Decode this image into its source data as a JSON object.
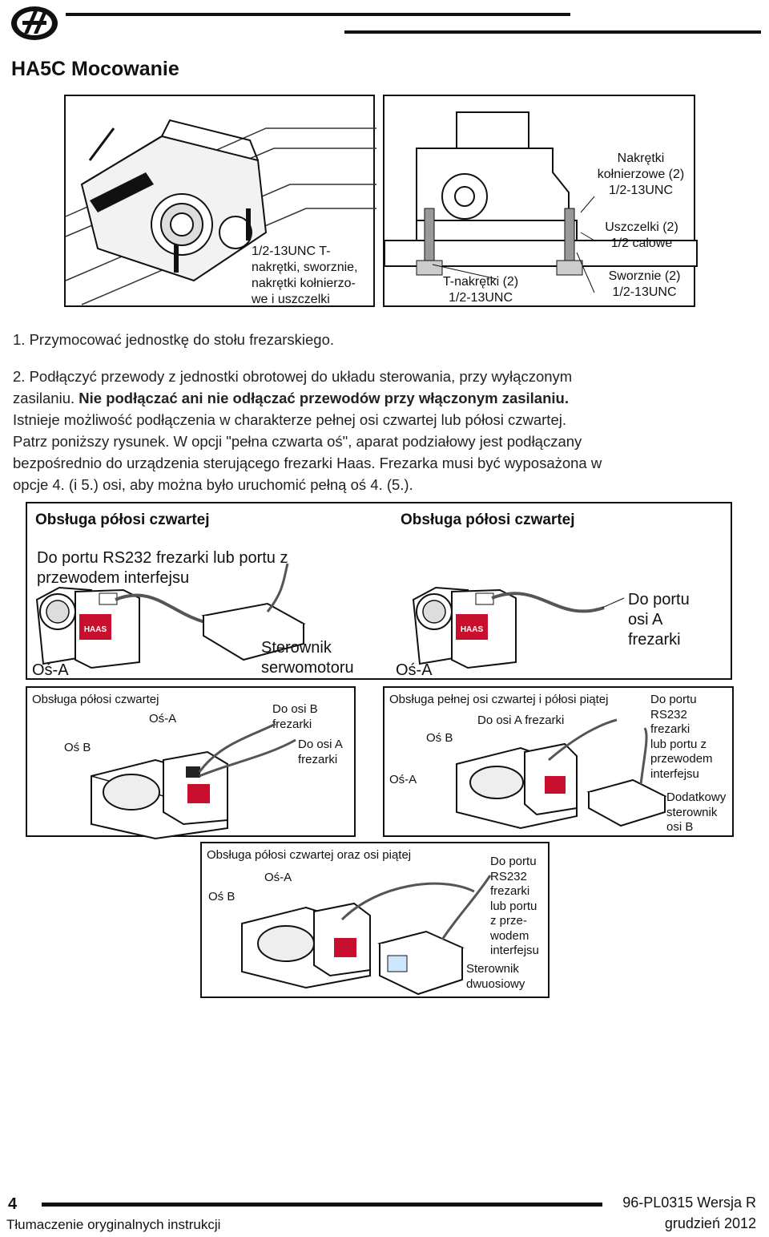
{
  "header": {
    "title": "HA5C Mocowanie"
  },
  "top_left_figure": {
    "label": "1/2-13UNC T-nakrętki, sworznie, nakrętki kołnierzo-we i uszczelki",
    "label_lines": [
      "1/2-13UNC T-",
      "nakrętki, sworznie,",
      "nakrętki kołnierzo-",
      "we i uszczelki"
    ]
  },
  "top_right_figure": {
    "flange_nuts": [
      "Nakrętki",
      "kołnierzowe (2)",
      "1/2-13UNC"
    ],
    "seals": [
      "Uszczelki (2)",
      "1/2 calowe"
    ],
    "bolts": [
      "Sworznie (2)",
      "1/2-13UNC"
    ],
    "tnuts": [
      "T-nakrętki (2)",
      "1/2-13UNC"
    ]
  },
  "steps": {
    "step1": "1. Przymocować jednostkę do stołu frezarskiego.",
    "step2_line1": "2. Podłączyć przewody z jednostki obrotowej do układu sterowania, przy wyłączonym",
    "step2_line2": "zasilaniu.",
    "step2_bold": "Nie podłączać ani nie odłączać przewodów przy włączonym zasilaniu.",
    "step2_line3": "Istnieje możliwość podłączenia w charakterze pełnej osi czwartej lub półosi czwartej.",
    "step2_line4": "Patrz poniższy rysunek. W opcji \"pełna czwarta oś\", aparat podziałowy jest podłączany",
    "step2_line5": "bezpośrednio do urządzenia sterującego frezarki Haas. Frezarka musi być wyposażona w",
    "step2_line6": "opcje 4. (i 5.) osi, aby można było uruchomić pełną oś 4. (5.)."
  },
  "diagrams": {
    "left_title": "Obsługa półosi czwartej",
    "right_title": "Obsługa półosi czwartej",
    "left_port": [
      "Do portu RS232 frezarki lub portu z",
      "przewodem interfejsu"
    ],
    "left_axis": "Oś-A",
    "left_controller": [
      "Sterownik",
      "serwomotoru"
    ],
    "right_axis": "Oś-A",
    "right_port": [
      "Do portu",
      "osi A",
      "frezarki"
    ],
    "mid_left_title": "Obsługa półosi czwartej",
    "mid_left_axis_a": "Oś-A",
    "mid_left_axis_b": "Oś B",
    "mid_left_to_b": [
      "Do osi B",
      "frezarki"
    ],
    "mid_left_to_a": [
      "Do osi A",
      "frezarki"
    ],
    "mid_right_title": "Obsługa pełnej osi czwartej i półosi piątej",
    "mid_right_to_a": "Do osi A frezarki",
    "mid_right_axis_b": "Oś B",
    "mid_right_axis_a": "Oś-A",
    "mid_right_port": [
      "Do portu",
      "RS232",
      "frezarki",
      "lub portu z",
      "przewodem",
      "interfejsu"
    ],
    "mid_right_extra": [
      "Dodatkowy",
      "sterownik",
      "osi B"
    ],
    "bottom_title": "Obsługa półosi czwartej oraz osi piątej",
    "bottom_axis_a": "Oś-A",
    "bottom_axis_b": "Oś B",
    "bottom_port": [
      "Do portu",
      "RS232",
      "frezarki",
      "lub portu",
      "z prze-",
      "wodem",
      "interfejsu"
    ],
    "bottom_controller": [
      "Sterownik",
      "dwuosiowy"
    ],
    "brand": "HAAS"
  },
  "footer": {
    "page": "4",
    "left": "Tłumaczenie oryginalnych instrukcji",
    "doc": "96-PL0315 Wersja R",
    "date": "grudzień 2012"
  }
}
